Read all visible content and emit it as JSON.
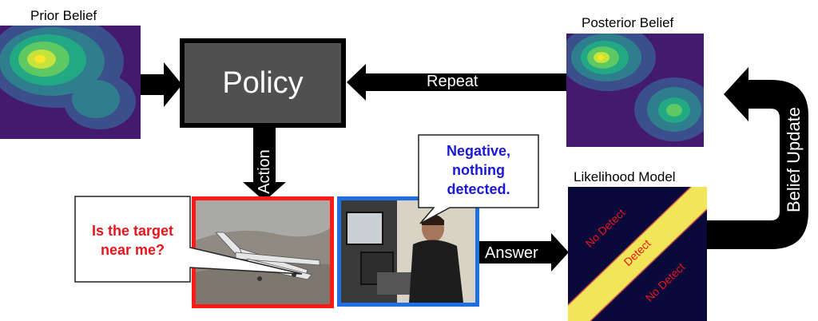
{
  "prior": {
    "title": "Prior Belief"
  },
  "posterior": {
    "title": "Posterior Belief"
  },
  "policy": {
    "label": "Policy"
  },
  "arrows": {
    "repeat": "Repeat",
    "action": "Action",
    "answer": "Answer",
    "belief_update": "Belief Update"
  },
  "question": {
    "text_line1": "Is the target",
    "text_line2": "near me?",
    "color": "#e8161b"
  },
  "response": {
    "text_line1": "Negative,",
    "text_line2": "nothing",
    "text_line3": "detected.",
    "color": "#1a17d6"
  },
  "likelihood": {
    "title": "Likelihood Model",
    "no_detect_top": "No Detect",
    "detect": "Detect",
    "no_detect_bottom": "No Detect"
  },
  "colors": {
    "red_frame": "#ff1a1a",
    "blue_frame": "#1f6fe0",
    "policy_fill": "#505050",
    "heatmap_bg": "#441a6e",
    "band_yellow": "#f1e65a",
    "likelihood_bg": "#0a0a3a"
  },
  "icons": [
    "uav-photo",
    "operator-photo"
  ]
}
